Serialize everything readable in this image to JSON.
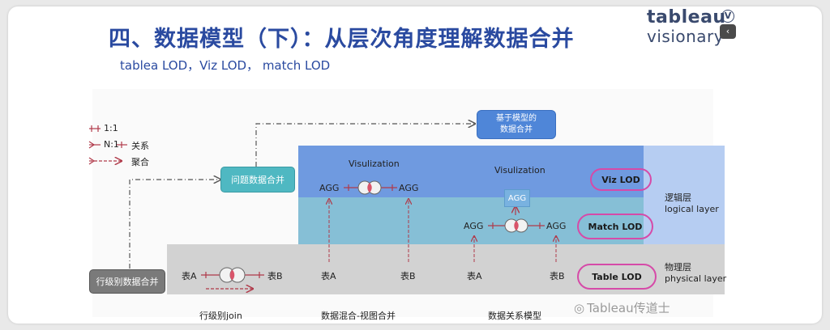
{
  "slide": {
    "title": "四、数据模型（下）：从层次角度理解数据合并",
    "subtitle": "tablea LOD，Viz LOD， match LOD"
  },
  "logo": {
    "line1": "tableau",
    "line2": "visionary",
    "badge": "V",
    "side_button": "‹"
  },
  "legend": [
    {
      "symbol": "1:1",
      "label": ""
    },
    {
      "symbol": "N:1",
      "label": "关系"
    },
    {
      "symbol": "",
      "label": "聚合"
    }
  ],
  "boxes": {
    "model_merge": "基于模型的\n数据合并",
    "question_merge": "问题数据合并",
    "row_merge": "行级别数据合并",
    "agg": "AGG"
  },
  "layers": {
    "viz_title_left": "Visulization",
    "viz_title_right": "Visulization",
    "logical_cn": "逻辑层",
    "logical_en": "logical layer",
    "physical_cn": "物理层",
    "physical_en": "physical layer"
  },
  "lod": {
    "viz": "Viz LOD",
    "match": "Match LOD",
    "table": "Table LOD"
  },
  "nodes": {
    "agg": "AGG",
    "tableA": "表A",
    "tableB": "表B"
  },
  "captions": {
    "join": "行级别join",
    "blend": "数据混合-视图合并",
    "relation": "数据关系模型"
  },
  "watermark": "Tableau传道士",
  "colors": {
    "title": "#2a4aa0",
    "logical_band": "#6f9ae0",
    "match_band": "#86bfd6",
    "physical_band": "#d2d2d2",
    "lod_pill": "#d64aa8",
    "connector": "#b03a4a"
  }
}
